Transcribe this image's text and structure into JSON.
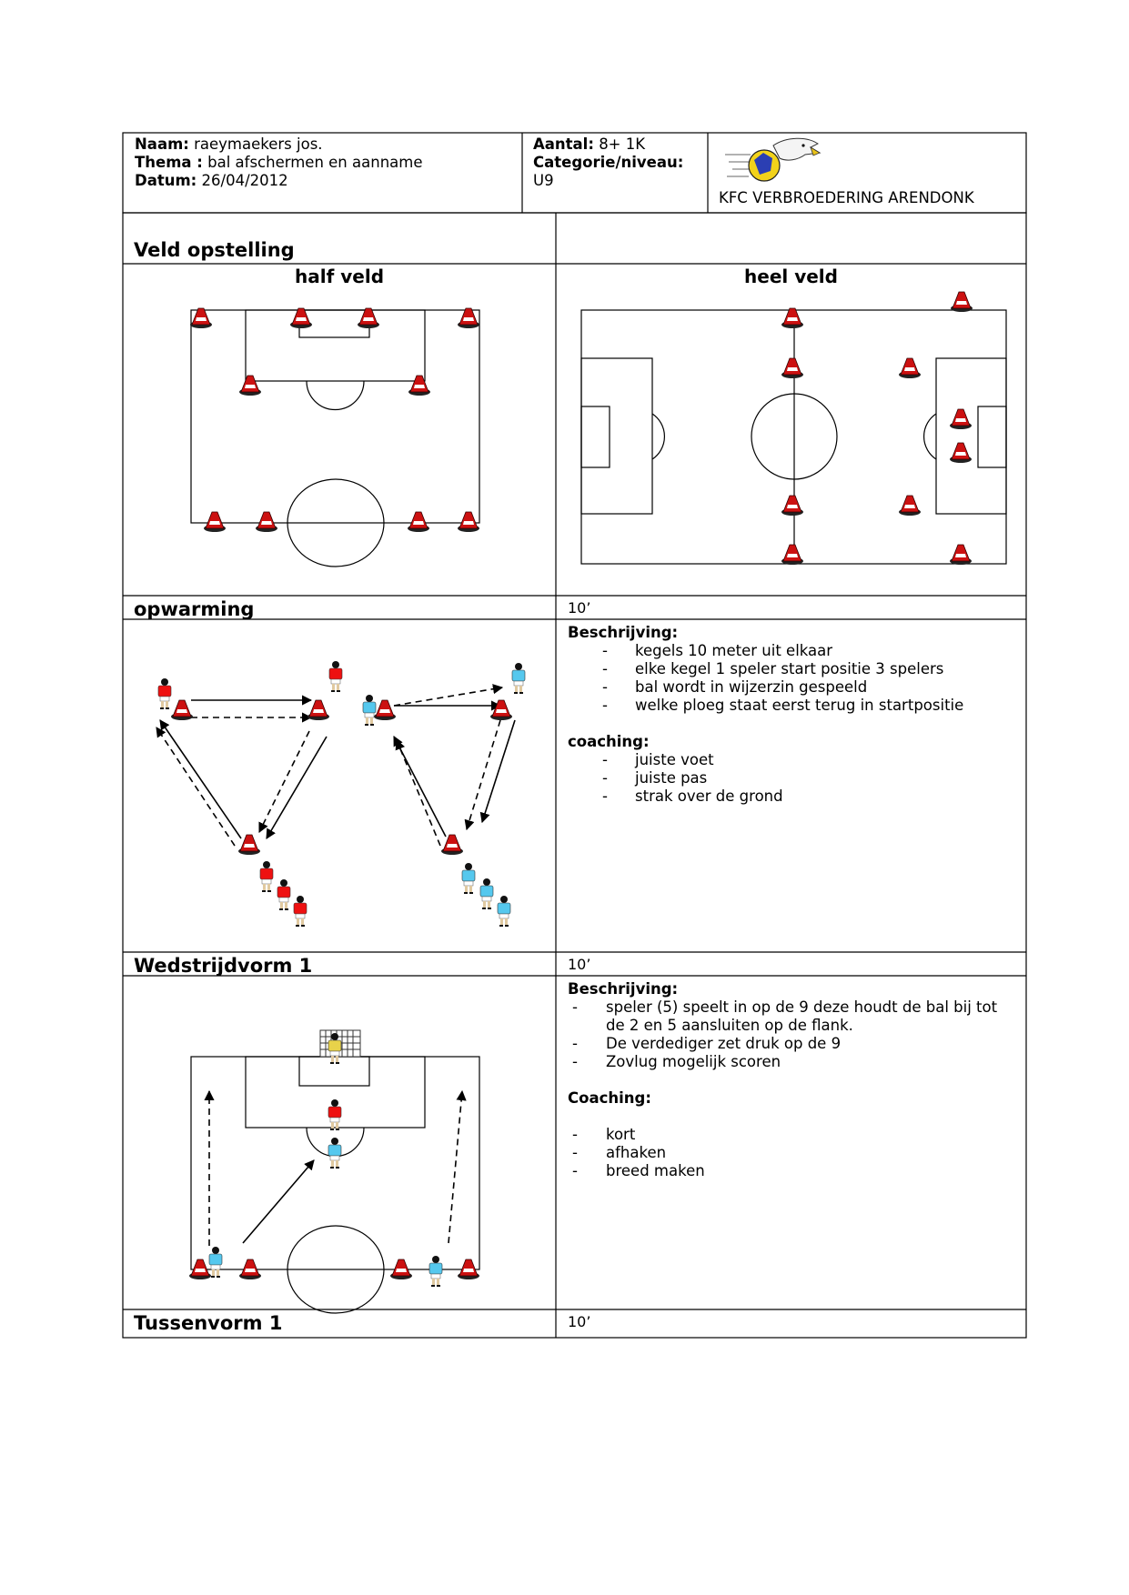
{
  "header": {
    "naam_label": "Naam:",
    "naam_value": "raeymaekers jos.",
    "thema_label": "Thema :",
    "thema_value": "bal afschermen en aanname",
    "datum_label": "Datum:",
    "datum_value": "26/04/2012",
    "aantal_label": "Aantal:",
    "aantal_value": "8+ 1K",
    "categorie_label": "Categorie/niveau:",
    "categorie_value": "U9",
    "club_name": "KFC VERBROEDERING ARENDONK"
  },
  "veld": {
    "title": "Veld opstelling",
    "half_label": "half veld",
    "heel_label": "heel veld"
  },
  "opwarming": {
    "title": "opwarming",
    "time": "10’",
    "beschrijving_label": "Beschrijving:",
    "beschrijving": [
      "kegels 10 meter uit elkaar",
      "elke kegel 1 speler start positie 3 spelers",
      "bal wordt in wijzerzin gespeeld",
      "welke ploeg staat eerst terug in startpositie"
    ],
    "coaching_label": "coaching:",
    "coaching": [
      "juiste voet",
      "juiste pas",
      "strak over de grond"
    ]
  },
  "wedstrijdvorm": {
    "title": "Wedstrijdvorm 1",
    "time": "10’",
    "beschrijving_label": "Beschrijving:",
    "beschrijving": [
      "speler (5) speelt in op de 9 deze houdt de bal bij tot de 2 en 5 aansluiten op de flank.",
      "De verdediger zet druk op de 9",
      "Zovlug mogelijk scoren"
    ],
    "coaching_label": "Coaching:",
    "coaching": [
      "kort",
      "afhaken",
      "breed maken"
    ]
  },
  "tussenvorm": {
    "title": "Tussenvorm 1",
    "time": "10’"
  },
  "colors": {
    "cone_red": "#cc1111",
    "player_red": "#ee1111",
    "player_blue": "#55c8ee",
    "keeper_yellow": "#e8d24a",
    "logo_blue": "#2b3fb3",
    "logo_yellow": "#f2d21a"
  }
}
